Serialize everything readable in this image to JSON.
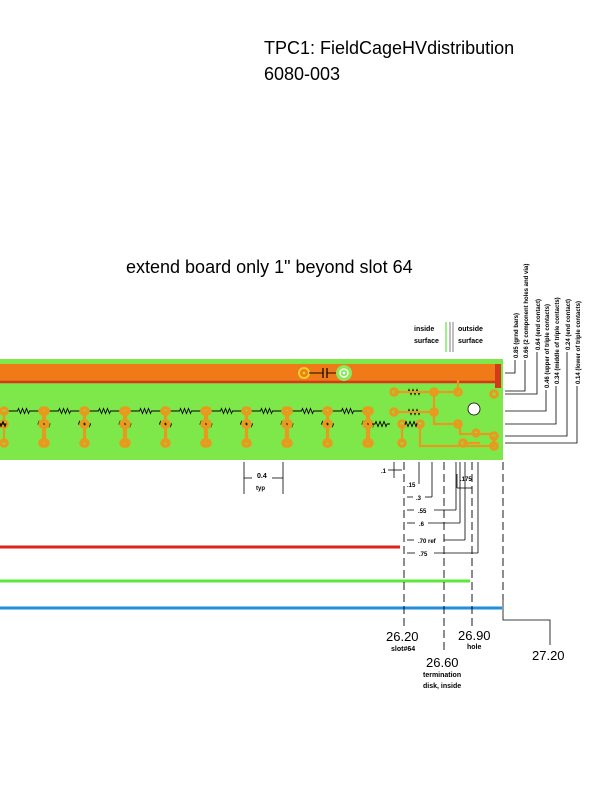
{
  "title": {
    "line1": "TPC1: FieldCageHVdistribution",
    "line2": "6080-003"
  },
  "note": "extend board only 1\" beyond slot 64",
  "surface_labels": {
    "inside_1": "inside",
    "inside_2": "surface",
    "outside_1": "outside",
    "outside_2": "surface"
  },
  "vertical_labels": [
    "0.85 (grnd bars)",
    "0.66 (2 component holes and via)",
    "0.64 (end contact)",
    "0.46 (upper of triple contacts)",
    "0.34 (middle of triple contacts)",
    "0.24 (end contact)",
    "0.14 (lower of triple contacts)"
  ],
  "spacing": {
    "value": "0.4",
    "unit": "typ"
  },
  "dimensions": [
    ".1",
    ".15",
    ".3",
    ".55",
    ".6",
    ".70 ref",
    ".75",
    ".175"
  ],
  "positions": {
    "slot64": {
      "value": "26.20",
      "sub": "slot#64"
    },
    "hole": {
      "value": "26.90",
      "sub": "hole"
    },
    "termination": {
      "value": "26.60",
      "sub1": "termination",
      "sub2": "disk, inside"
    },
    "edge": {
      "value": "27.20"
    }
  },
  "colors": {
    "board_green": "#7ee84a",
    "ground_bar_orange": "#f07a18",
    "ground_bar_edge": "#d23a1a",
    "pad_orange": "#e89a1e",
    "line_red": "#d8261a",
    "line_green": "#5be83a",
    "line_blue": "#1f8fdc"
  }
}
